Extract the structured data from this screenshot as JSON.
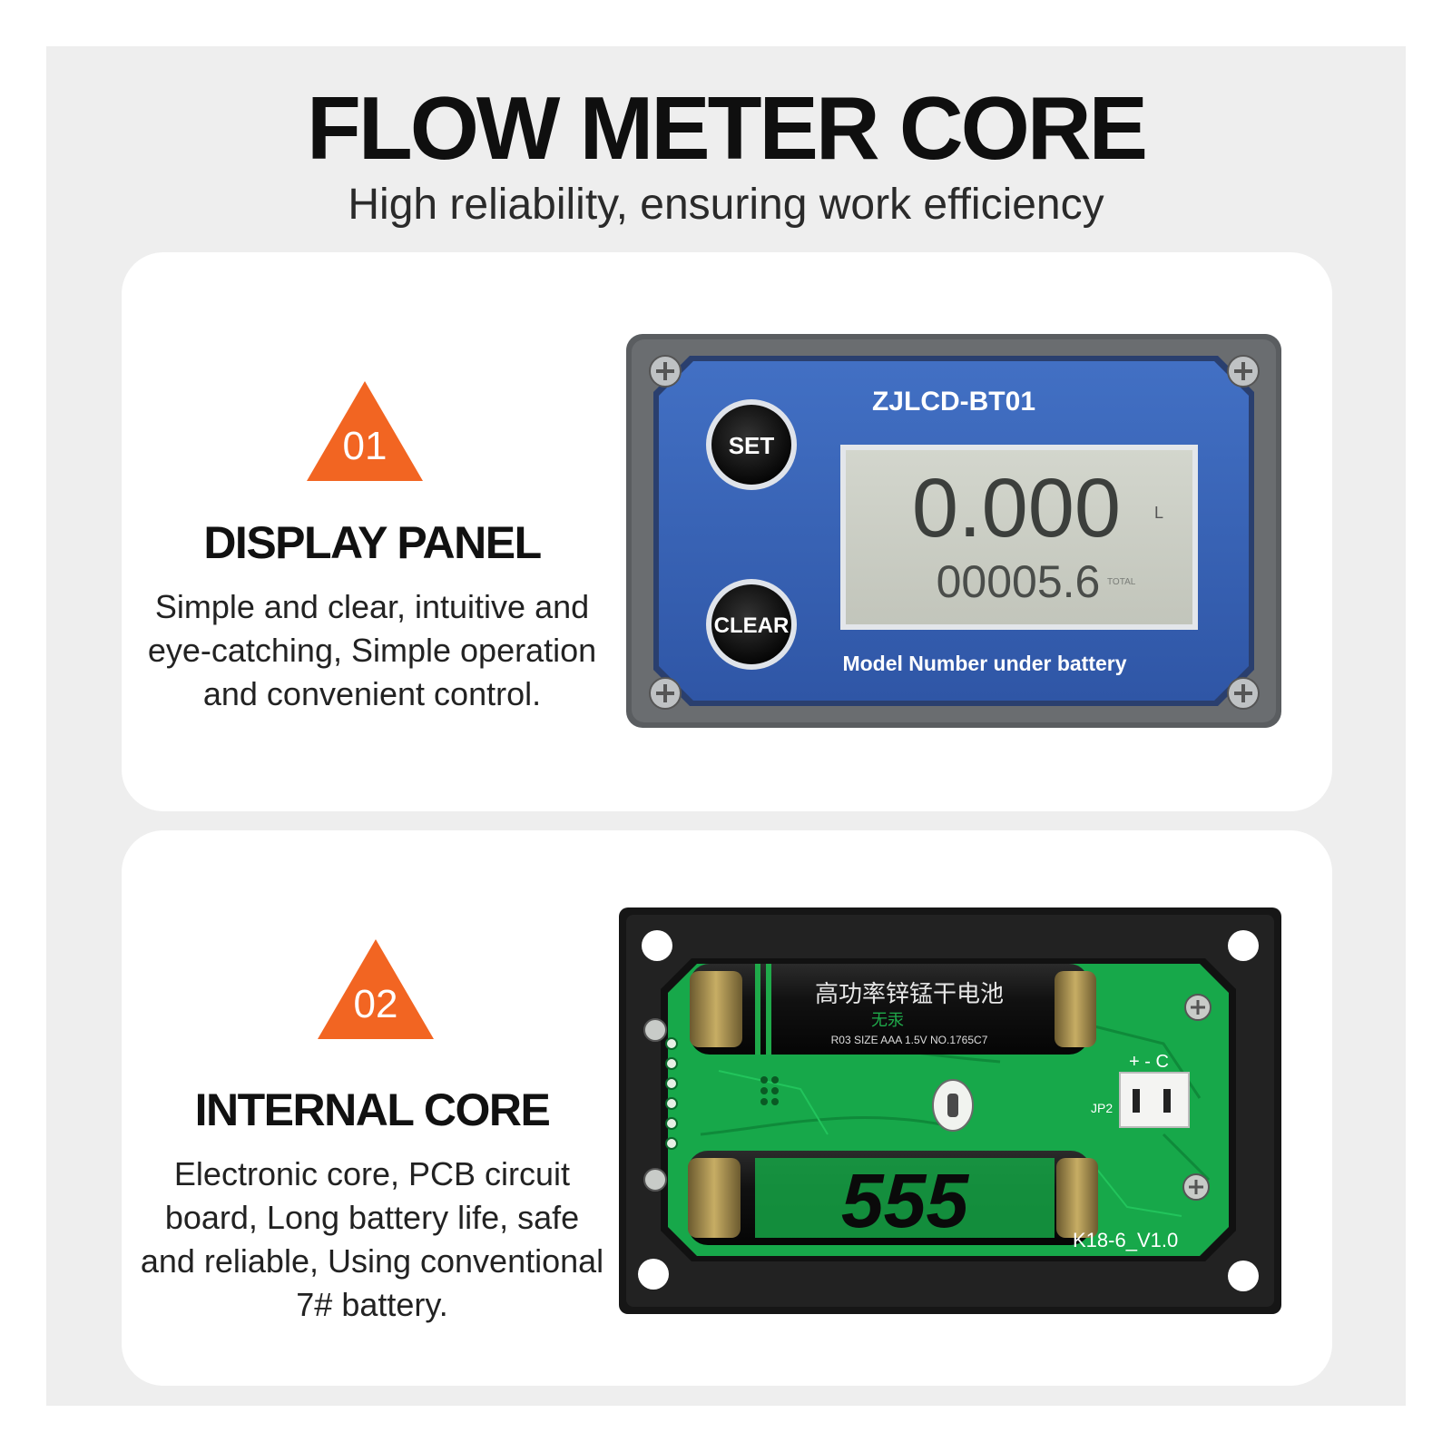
{
  "header": {
    "title": "FLOW METER CORE",
    "subtitle": "High reliability, ensuring work efficiency"
  },
  "sections": [
    {
      "badge": "01",
      "title": "DISPLAY PANEL",
      "text": "Simple and clear, intuitive and eye-catching, Simple operation and convenient control.",
      "device": {
        "model": "ZJLCD-BT01",
        "set_label": "SET",
        "clear_label": "CLEAR",
        "reading": "0.000",
        "reading_unit": "L",
        "total": "00005.6",
        "total_label": "TOTAL",
        "footer": "Model Number under battery"
      }
    },
    {
      "badge": "02",
      "title": "INTERNAL CORE",
      "text": "Electronic core, PCB circuit board, Long battery life, safe and reliable, Using conventional 7# battery.",
      "device": {
        "battery_top_text": "高功率锌锰干电池",
        "battery_top_sub": "无汞",
        "battery_top_spec": "R03 SIZE AAA 1.5V NO.1765C7",
        "battery_bottom_text": "555",
        "board_label": "K18-6_V1.0",
        "jp_label": "JP2",
        "polarity_label": "+ - C"
      }
    }
  ],
  "colors": {
    "accent": "#f26522",
    "panel_blue": "#3a63b8",
    "lcd": "#c9ccc3",
    "pcb": "#17a84a",
    "background": "#eeeeee"
  }
}
